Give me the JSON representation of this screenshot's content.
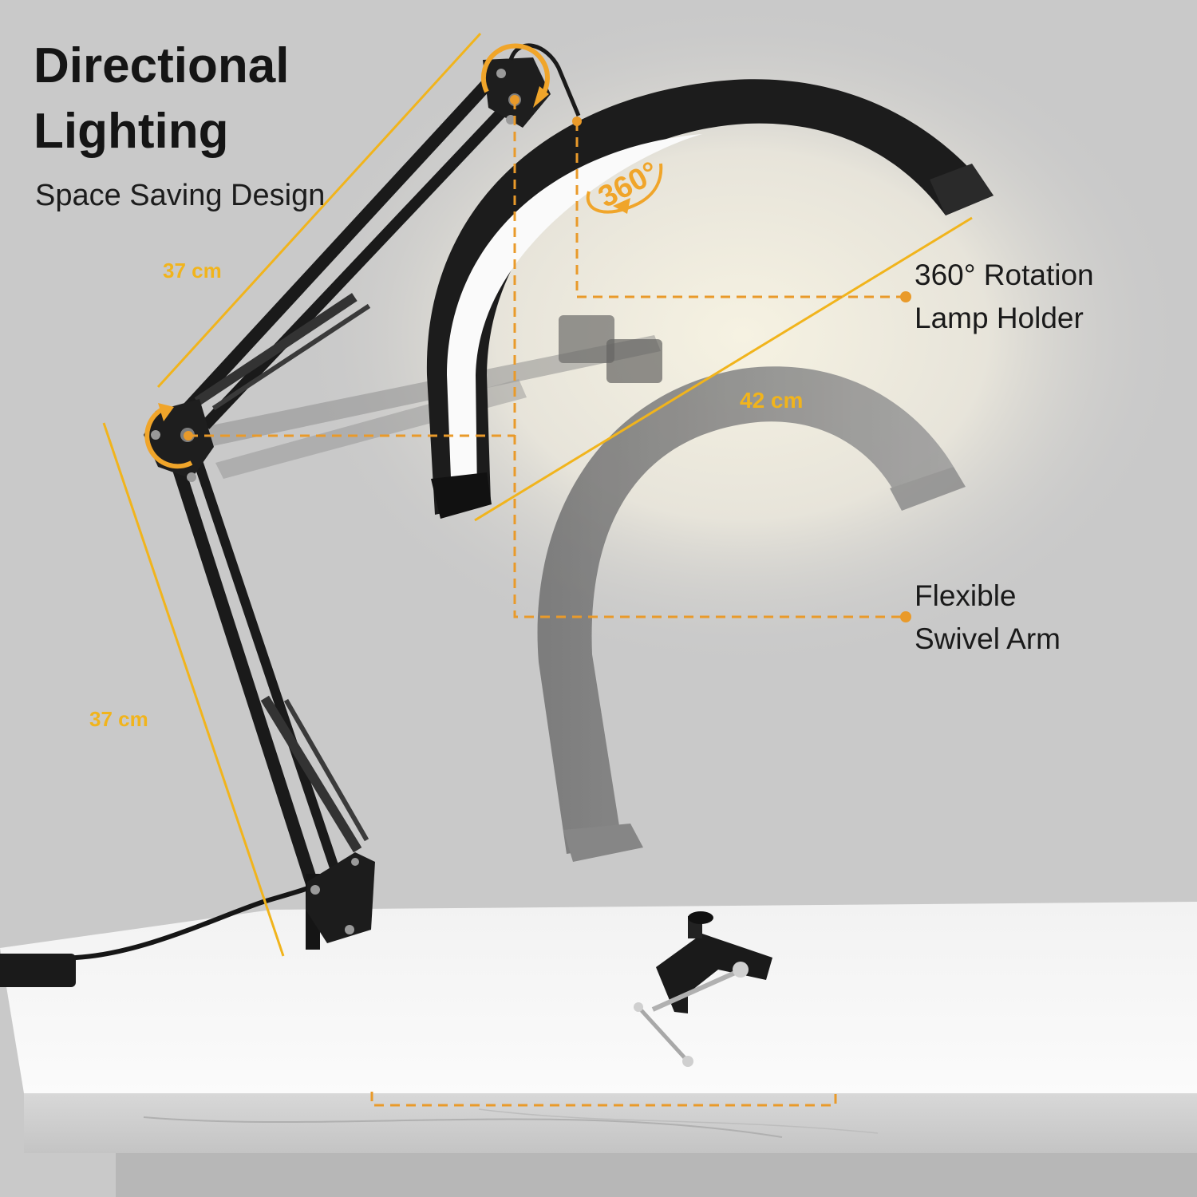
{
  "headline": {
    "line1": "Directional",
    "line2": "Lighting"
  },
  "subline": "Space Saving Design",
  "dimensions": {
    "upper_arm": "37 cm",
    "lower_arm": "37 cm",
    "lamp_span": "42 cm"
  },
  "rotation_badge": "360°",
  "callouts": {
    "rotation": {
      "line1": "360° Rotation",
      "line2": "Lamp Holder"
    },
    "arm": {
      "line1": "Flexible",
      "line2": "Swivel Arm"
    }
  },
  "colors": {
    "accent": "#f1b41c",
    "guide": "#e99a2a",
    "lamp_body": "#1c1c1c",
    "background": "#c9c9c9"
  },
  "icons": [
    "rotate-arrow-icon",
    "joint-rotate-icon",
    "table-clamp-icon"
  ]
}
